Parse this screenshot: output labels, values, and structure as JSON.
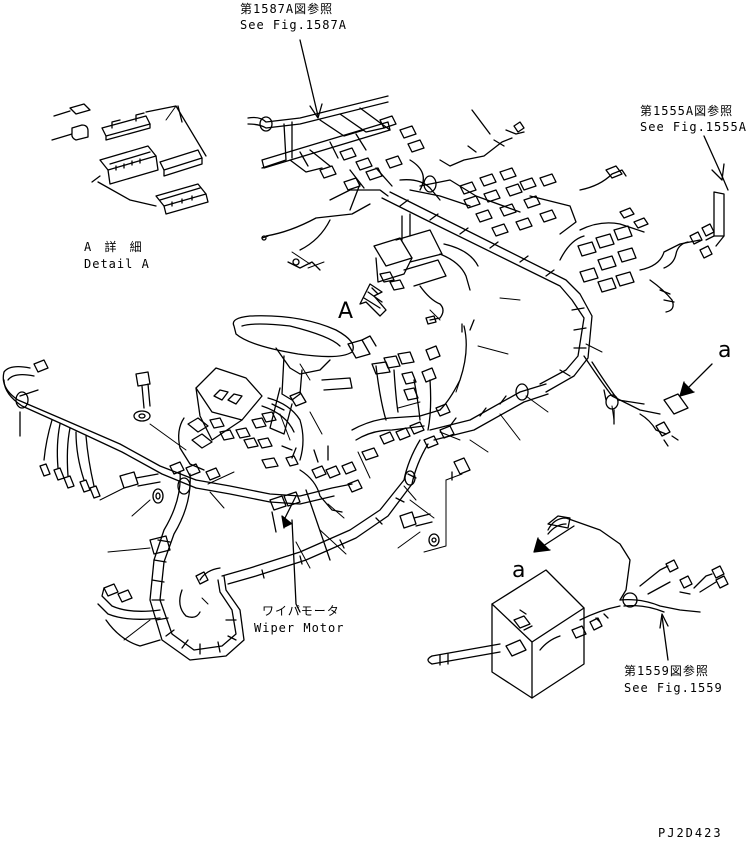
{
  "refs": {
    "fig_1587a": {
      "jp": "第1587A図参照",
      "en": "See Fig.1587A"
    },
    "fig_1555a": {
      "jp": "第1555A図参照",
      "en": "See Fig.1555A"
    },
    "fig_1559": {
      "jp": "第1559図参照",
      "en": "See Fig.1559"
    }
  },
  "detail": {
    "jp": "A 詳 細",
    "en": "Detail A"
  },
  "wiper": {
    "jp": "ワイパモータ",
    "en": "Wiper Motor"
  },
  "markers": {
    "A": "A",
    "a_right": "a",
    "a_lower": "a"
  },
  "drawing_no": "PJ2D423",
  "colors": {
    "line": "#000000",
    "background": "#ffffff"
  }
}
